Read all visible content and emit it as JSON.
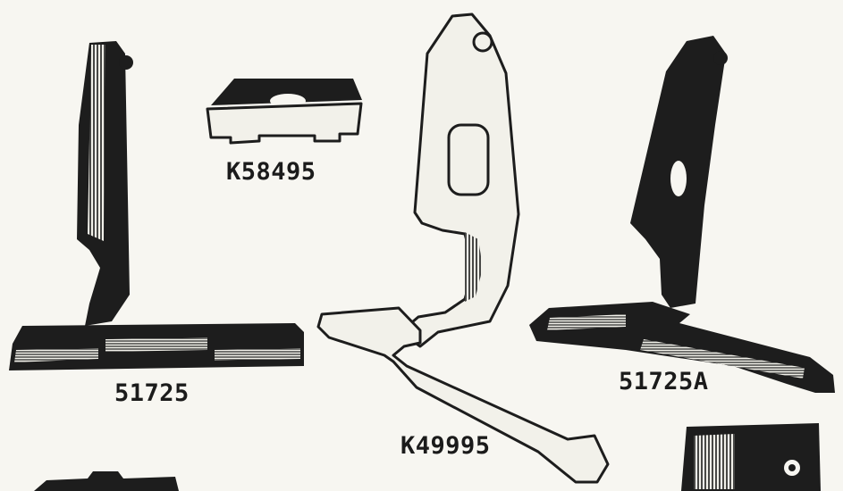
{
  "labels": {
    "part_1": "51725",
    "part_2": "K58495",
    "part_3": "K49995",
    "part_4": "51725A"
  },
  "colors": {
    "paper": "#f7f6f1",
    "ink": "#1d1d1d"
  }
}
